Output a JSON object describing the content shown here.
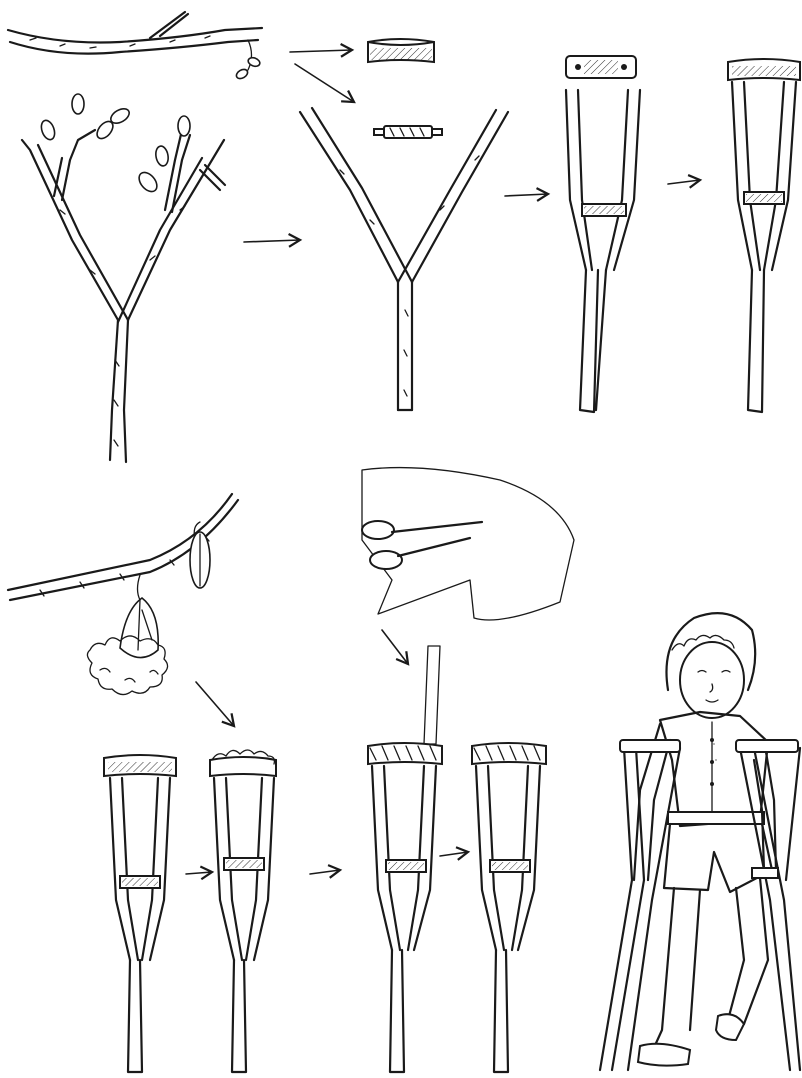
{
  "figure": {
    "steps": [
      {
        "id": "branch",
        "depicts": "cut-branch"
      },
      {
        "id": "fork",
        "depicts": "forked-branch"
      },
      {
        "id": "pieces",
        "depicts": "shoulder-rest-and-handle"
      },
      {
        "id": "assembly",
        "depicts": "crutch-assembly"
      },
      {
        "id": "crutch",
        "depicts": "finished-crutch"
      },
      {
        "id": "kapok",
        "depicts": "kapok-pod-and-fiber"
      },
      {
        "id": "cloth",
        "depicts": "cloth-and-scissors"
      },
      {
        "id": "padding",
        "depicts": "padding-sequence"
      },
      {
        "id": "boy",
        "depicts": "boy-using-crutches"
      }
    ],
    "icons": [
      "scissors-icon",
      "arrow-icon",
      "leaf-icon"
    ]
  }
}
